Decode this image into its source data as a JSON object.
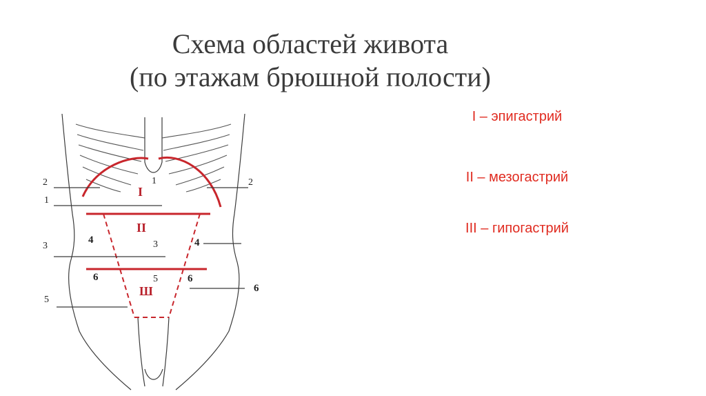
{
  "title": {
    "line1": "Схема областей живота",
    "line2": "(по этажам брюшной полости)"
  },
  "legend": {
    "items": [
      {
        "label": "I – эпигастрий"
      },
      {
        "label": "II – мезогастрий"
      },
      {
        "label": "III – гипогастрий"
      }
    ]
  },
  "figure": {
    "regions": {
      "r1": "I",
      "r2": "II",
      "r3": "Ш"
    },
    "labels": {
      "left_2": "2",
      "right_2": "2",
      "left_1": "1",
      "left_3": "3",
      "left_5": "5",
      "right_6": "6",
      "center_1": "1",
      "center_3": "3",
      "center_5": "5",
      "left_4": "4",
      "right_4": "4",
      "left_6": "6",
      "mid_6": "6"
    }
  },
  "colors": {
    "accent": "#e02b20",
    "title": "#3b3b3b",
    "diagram_red": "#c8262c"
  }
}
